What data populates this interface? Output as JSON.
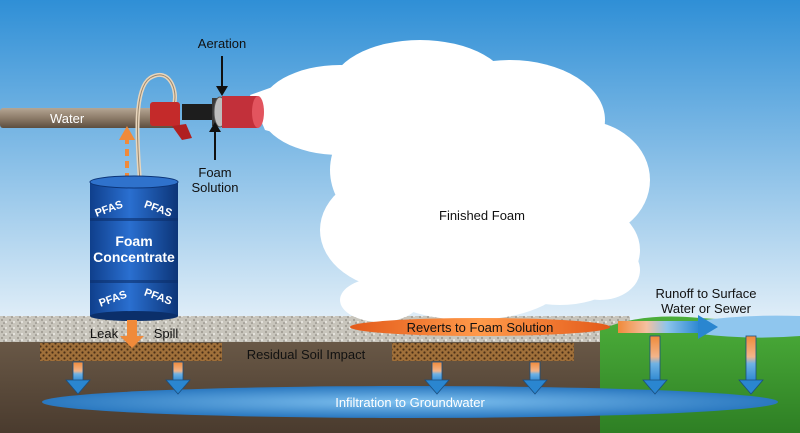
{
  "labels": {
    "water": "Water",
    "aeration": "Aeration",
    "foam_solution_1": "Foam",
    "foam_solution_2": "Solution",
    "finished_foam": "Finished Foam",
    "drum_line1": "Foam",
    "drum_line2": "Concentrate",
    "pfas": "PFAS",
    "leak": "Leak",
    "spill": "Spill",
    "residual": "Residual Soil Impact",
    "reverts": "Reverts to Foam Solution",
    "runoff_1": "Runoff to Surface",
    "runoff_2": "Water or Sewer",
    "infiltration": "Infiltration to Groundwater"
  },
  "colors": {
    "sky_top": "#2f8fd6",
    "sky_bottom": "#dfeef8",
    "drum": "#1d5bb5",
    "pipe": "#8a7a6a",
    "soil": "#5b4a3a",
    "grass": "#3f9f32",
    "groundwater": "#3b8fd0",
    "arrow_orange": "#f08a3a",
    "arrow_blue": "#4a9ad8"
  }
}
